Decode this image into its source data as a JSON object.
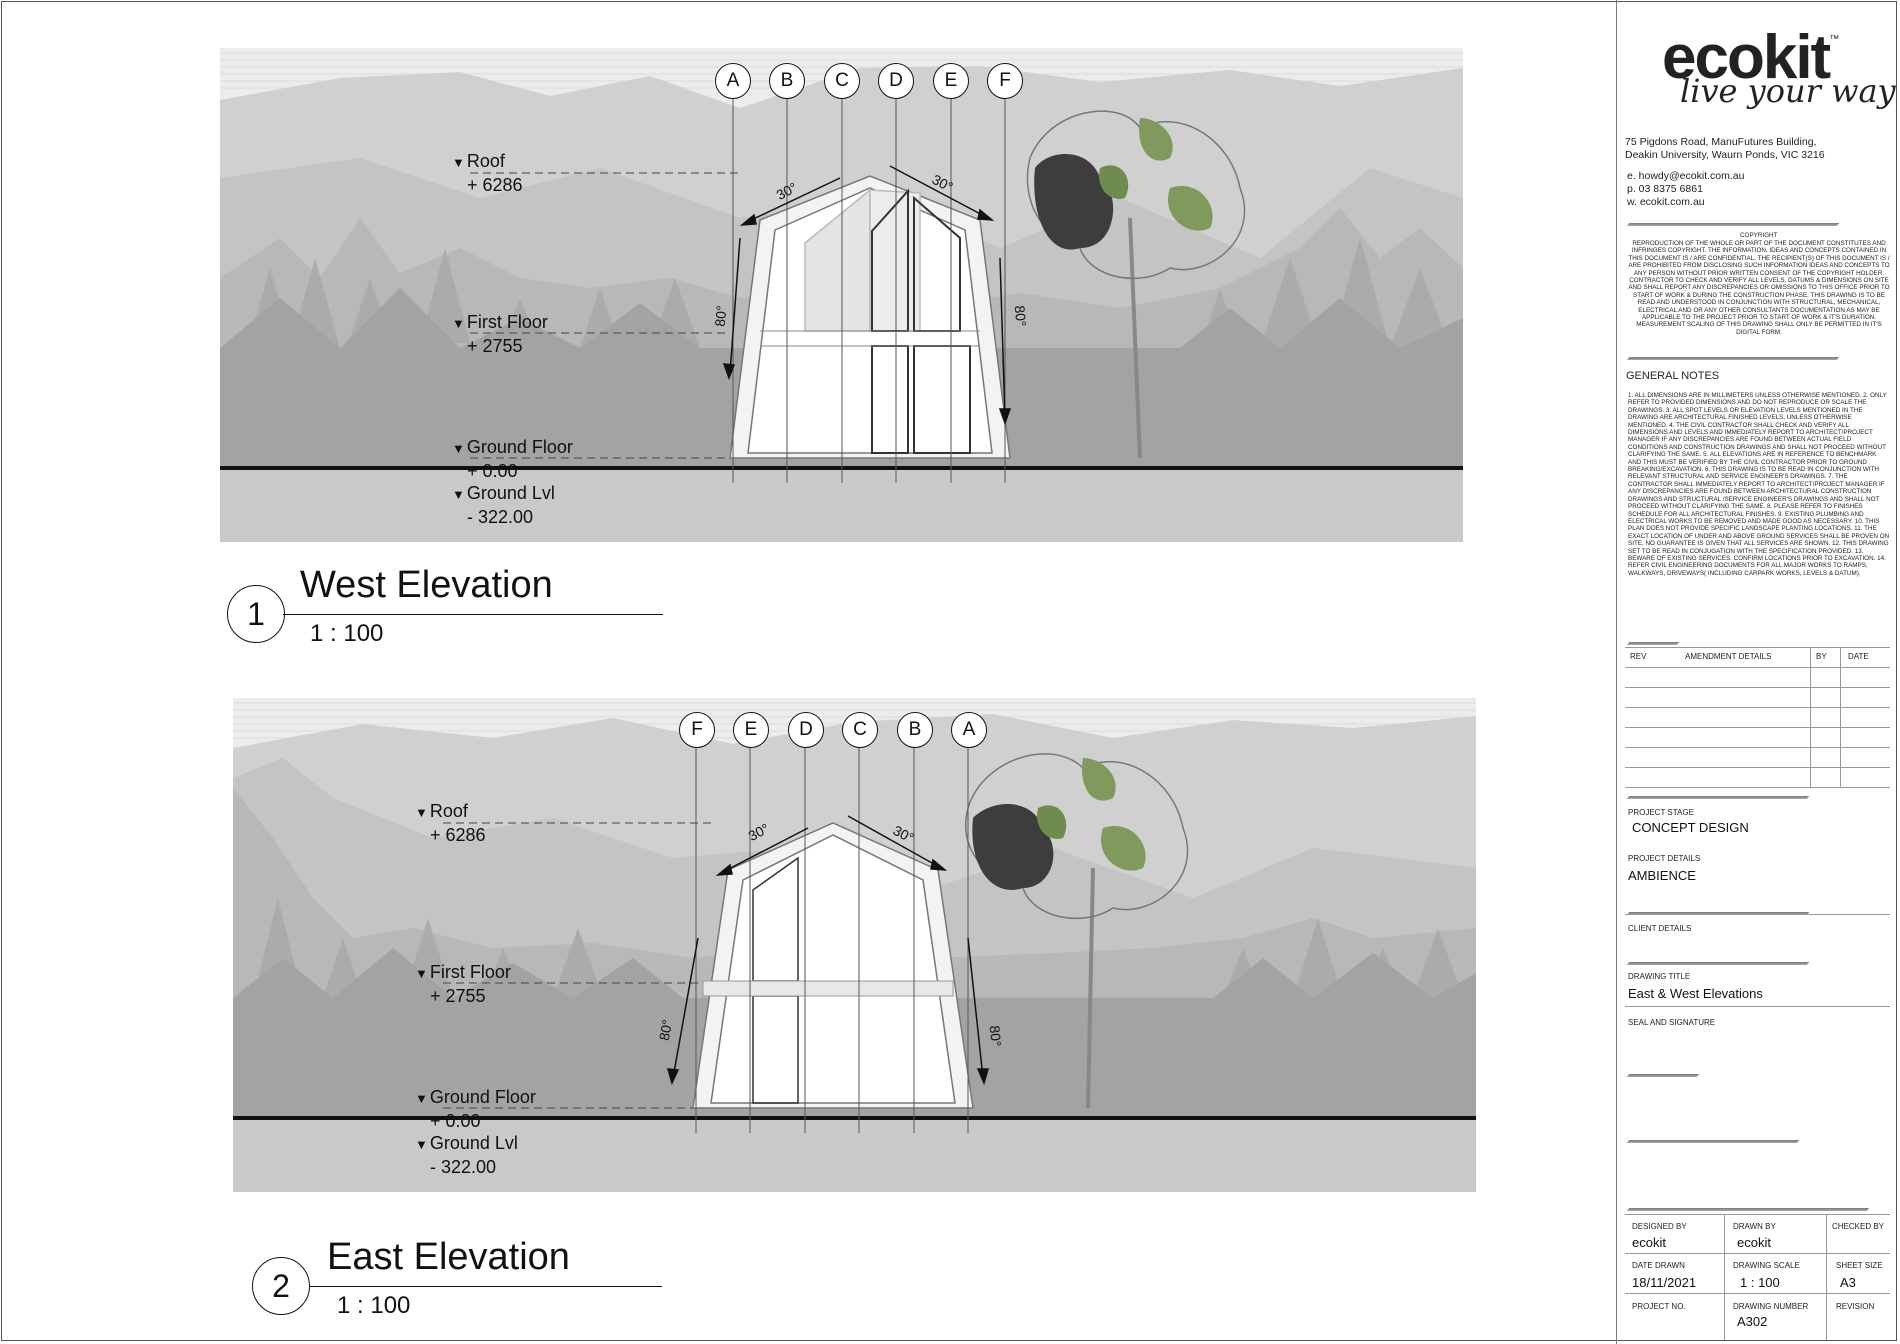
{
  "views": [
    {
      "number": "1",
      "title": "West Elevation",
      "scale": "1 : 100",
      "grid": [
        "A",
        "B",
        "C",
        "D",
        "E",
        "F"
      ],
      "levels": [
        {
          "name": "Roof",
          "value": "+ 6286"
        },
        {
          "name": "First Floor",
          "value": "+ 2755"
        },
        {
          "name": "Ground Floor",
          "value": "+ 0.00"
        },
        {
          "name": "Ground Lvl",
          "value": "- 322.00"
        }
      ],
      "angles": [
        "30°",
        "30°",
        "80°",
        "80°"
      ]
    },
    {
      "number": "2",
      "title": "East Elevation",
      "scale": "1 : 100",
      "grid": [
        "F",
        "E",
        "D",
        "C",
        "B",
        "A"
      ],
      "levels": [
        {
          "name": "Roof",
          "value": "+ 6286"
        },
        {
          "name": "First Floor",
          "value": "+ 2755"
        },
        {
          "name": "Ground Floor",
          "value": "+ 0.00"
        },
        {
          "name": "Ground Lvl",
          "value": "- 322.00"
        }
      ],
      "angles": [
        "30°",
        "30°",
        "80°",
        "80°"
      ]
    }
  ],
  "titleblock": {
    "logo": "ecokit",
    "tm": "™",
    "tagline": "live your way",
    "address1": "75 Pigdons Road, ManuFutures Building,",
    "address2": "Deakin University, Waurn Ponds, VIC 3216",
    "email": "e. howdy@ecokit.com.au",
    "phone": "p. 03 8375 6861",
    "web": "w. ecokit.com.au",
    "copyright_title": "COPYRIGHT",
    "copyright_text": "REPRODUCTION OF THE WHOLE OR PART OF THE DOCUMENT CONSTITUTES AND INFRINGES COPYRIGHT. THE INFORMATION, IDEAS AND CONCEPTS CONTAINED IN THIS DOCUMENT IS / ARE CONFIDENTIAL. THE RECIPIENT(S) OF THIS DOCUMENT IS / ARE PROHIBITED FROM DISCLOSING SUCH INFORMATION IDEAS AND CONCEPTS TO ANY PERSON WITHOUT PRIOR WRITTEN CONSENT OF THE COPYRIGHT HOLDER. CONTRACTOR TO CHECK AND VERIFY ALL LEVELS, DATUMS & DIMENSIONS ON SITE AND SHALL REPORT ANY DISCREPANCIES OR OMISSIONS TO THIS OFFICE PRIOR TO START OF WORK & DURING THE CONSTRUCTION PHASE. THIS DRAWING IS TO BE READ AND UNDERSTOOD IN CONJUNCTION WITH STRUCTURAL, MECHANICAL, ELECTRICAL AND OR ANY OTHER CONSULTANTS DOCUMENTATION AS MAY BE APPLICABLE TO THE PROJECT PRIOR TO START OF WORK & IT'S DURATION. MEASUREMENT SCALING OF THIS DRAWING SHALL ONLY BE PERMITTED IN IT'S DIGITAL FORM.",
    "notes_title": "GENERAL  NOTES",
    "notes_text": "1. ALL DIMENSIONS ARE IN MILLIMETERS UNLESS OTHERWISE MENTIONED. 2. ONLY REFER TO PROVIDED DIMENSIONS AND DO NOT REPRODUCE OR SCALE THE DRAWINGS. 3. ALL SPOT LEVELS OR ELEVATION LEVELS MENTIONED IN THE DRAWING ARE ARCHITECTURAL FINISHED LEVELS, UNLESS OTHERWISE MENTIONED. 4. THE CIVIL CONTRACTOR SHALL CHECK AND VERIFY ALL DIMENSIONS AND LEVELS AND IMMEDIATELY REPORT TO ARCHITECT/PROJECT MANAGER IF ANY DISCREPANCIES ARE FOUND BETWEEN ACTUAL FIELD CONDITIONS AND CONSTRUCTION DRAWINGS AND SHALL NOT PROCEED WITHOUT CLARIFYING THE SAME. 5. ALL ELEVATIONS ARE IN REFERENCE TO BENCHMARK AND THIS MUST BE VERIFIED BY THE CIVIL CONTRACTOR PRIOR TO GROUND BREAKING/EXCAVATION. 6. THIS DRAWING IS TO BE READ IN CONJUNCTION WITH RELEVANT STRUCTURAL AND SERVICE ENGINEER'S DRAWINGS. 7. THE CONTRACTOR SHALL IMMEDIATELY REPORT TO ARCHITECT/PROJECT MANAGER IF ANY DISCREPANCIES ARE FOUND BETWEEN ARCHITECTURAL CONSTRUCTION DRAWINGS AND STRUCTURAL /SERVICE ENGINEER'S DRAWINGS AND SHALL NOT PROCEED WITHOUT CLARIFYING THE SAME. 8. PLEASE REFER TO FINISHES SCHEDULE FOR ALL ARCHITECTURAL FINISHES. 9. EXISTING PLUMBING AND ELECTRICAL WORKS TO BE REMOVED AND MADE GOOD AS NECESSARY. 10. THIS PLAN DOES NOT PROVIDE SPECIFIC LANDSCAPE PLANTING LOCATIONS. 11. THE EXACT LOCATION OF UNDER AND ABOVE GROUND SERVICES SHALL BE PROVEN ON SITE, NO GUARANTEE IS GIVEN THAT ALL SERVICES ARE SHOWN. 12. THIS DRAWING SET TO BE READ IN CONJUGATION WITH THE SPECIFICATION PROVIDED. 13. BEWARE OF EXISTING SERVICES. CONFIRM LOCATIONS PRIOR TO EXCAVATION. 14. REFER CIVIL ENGINEERING DOCUMENTS FOR ALL MAJOR WORKS TO RAMPS, WALKWAYS, DRIVEWAYS( INCLUDING CARPARK WORKS, LEVELS & DATUM).",
    "amend_headers": [
      "REV",
      "AMENDMENT DETAILS",
      "BY",
      "DATE"
    ],
    "project_stage_label": "PROJECT STAGE",
    "project_stage": "CONCEPT DESIGN",
    "project_details_label": "PROJECT DETAILS",
    "project_details": "AMBIENCE",
    "client_details_label": "CLIENT DETAILS",
    "drawing_title_label": "DRAWING TITLE",
    "drawing_title": "East & West Elevations",
    "seal_label": "SEAL AND SIGNATURE",
    "designed_by_label": "DESIGNED BY",
    "designed_by": "ecokit",
    "drawn_by_label": "DRAWN BY",
    "drawn_by": "ecokit",
    "checked_by_label": "CHECKED BY",
    "date_drawn_label": "DATE DRAWN",
    "date_drawn": "18/11/2021",
    "drawing_scale_label": "DRAWING SCALE",
    "drawing_scale": "1 : 100",
    "sheet_size_label": "SHEET SIZE",
    "sheet_size": "A3",
    "project_no_label": "PROJECT NO.",
    "drawing_number_label": "DRAWING NUMBER",
    "drawing_number": "A302",
    "revision_label": "REVISION"
  }
}
